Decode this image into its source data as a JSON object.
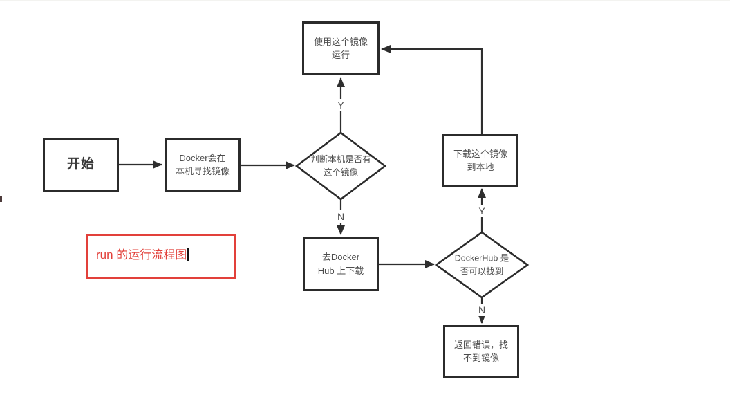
{
  "diagram": {
    "title_annotation": "run 的运行流程图",
    "colors": {
      "line": "#2e2e2e",
      "box_border": "#2b2b2b",
      "text": "#4d4d4d",
      "annotation_red": "#e2403a",
      "background": "#ffffff"
    },
    "nodes": {
      "start": {
        "label": "开始",
        "type": "process"
      },
      "find_local": {
        "label": "Docker会在\n本机寻找镜像",
        "type": "process"
      },
      "use_image": {
        "label": "使用这个镜像\n运行",
        "type": "process"
      },
      "check_local": {
        "label": "判断本机是否有\n这个镜像",
        "type": "decision"
      },
      "go_hub": {
        "label": "去Docker\nHub 上下载",
        "type": "process"
      },
      "check_hub": {
        "label": "DockerHub 是\n否可以找到",
        "type": "decision"
      },
      "download_local": {
        "label": "下载这个镜像\n到本地",
        "type": "process"
      },
      "return_error": {
        "label": "返回错误，找\n不到镜像",
        "type": "process"
      }
    },
    "edge_labels": {
      "local_yes": "Y",
      "local_no": "N",
      "hub_yes": "Y",
      "hub_no": "N"
    }
  }
}
